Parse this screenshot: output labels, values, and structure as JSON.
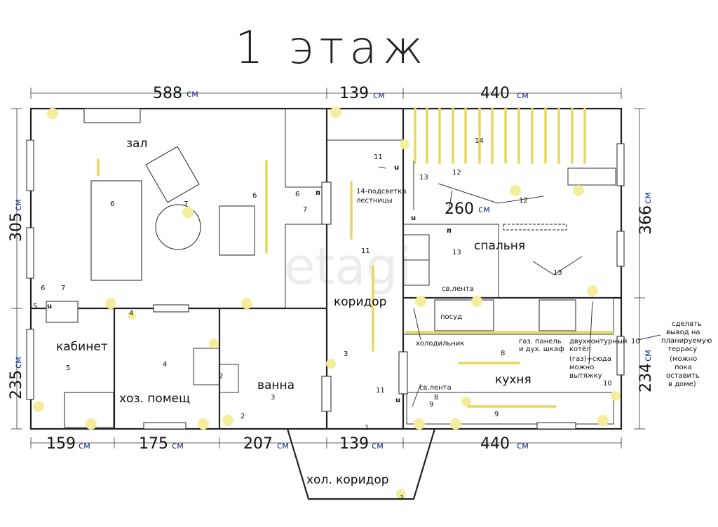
{
  "title": "1 этаж",
  "dimensions": {
    "top": [
      {
        "value": "588",
        "unit": "см"
      },
      {
        "value": "139",
        "unit": "см"
      },
      {
        "value": "440",
        "unit": "см"
      }
    ],
    "bottom": [
      {
        "value": "159",
        "unit": "см"
      },
      {
        "value": "175",
        "unit": "см"
      },
      {
        "value": "207",
        "unit": "см"
      },
      {
        "value": "139",
        "unit": "см"
      },
      {
        "value": "440",
        "unit": "см"
      }
    ],
    "left": [
      {
        "value": "305",
        "unit": "см"
      },
      {
        "value": "235",
        "unit": "см"
      }
    ],
    "right": [
      {
        "value": "366",
        "unit": "см"
      },
      {
        "value": "234",
        "unit": "см"
      }
    ],
    "inner_stair": {
      "value": "260",
      "unit": "см"
    }
  },
  "rooms": {
    "zal": "зал",
    "kabinet": "кабинет",
    "hoz": "хоз. помещ",
    "vanna": "ванна",
    "koridor": "коридор",
    "spalnya": "спальня",
    "kuhnya": "кухня",
    "hol_koridor": "хол. коридор"
  },
  "annotations": {
    "stair_light_1": "14-подсветка",
    "stair_light_2": "лестницы",
    "sv_lenta_top": "св.лента",
    "sv_lenta_bottom": "св.лента",
    "posud": "посуд",
    "holodilnik": "холодильник",
    "gaz_panel_1": "газ. панель",
    "gaz_panel_2": "и дух. шкаф",
    "kotel_1": "двухконтурный",
    "kotel_2": "котёл",
    "kotel_3": "(газ)+сюда",
    "kotel_4": "можно",
    "kotel_5": "вытяжку",
    "terrace_1": "сделать",
    "terrace_2": "вывод на",
    "terrace_3": "планируемую",
    "terrace_4": "террасу",
    "terrace_5": "(можно",
    "terrace_6": "пока",
    "terrace_7": "оставить",
    "terrace_8": "в доме)",
    "switch_p1": "п",
    "switch_p2": "п",
    "switch_u1": "u",
    "switch_u2": "u",
    "switch_u3": "u",
    "switch_u4": "u",
    "watermark": "etagi"
  },
  "markers": {
    "m1a": "1",
    "m1b": "1",
    "m2": "2",
    "m2b": "2",
    "m3a": "3",
    "m3b": "3",
    "m4a": "4",
    "m4b": "4",
    "m5a": "5",
    "m5b": "5",
    "m6a": "6",
    "m6b": "6",
    "m6c": "6",
    "m6d": "6",
    "m7a": "7",
    "m7b": "7",
    "m7c": "7",
    "m8a": "8",
    "m8b": "8",
    "m9a": "9",
    "m9b": "9",
    "m10a": "10",
    "m10b": "10",
    "m11a": "11",
    "m11b": "11",
    "m11c": "11",
    "m12a": "12",
    "m12b": "12",
    "m13a": "13",
    "m13b": "13",
    "m13c": "13",
    "m14": "14"
  },
  "colors": {
    "wall": "#222222",
    "dimension_unit": "#1a2f8a",
    "lighting": "#e6d85a",
    "lamp_glow": "#f4ee9c"
  }
}
